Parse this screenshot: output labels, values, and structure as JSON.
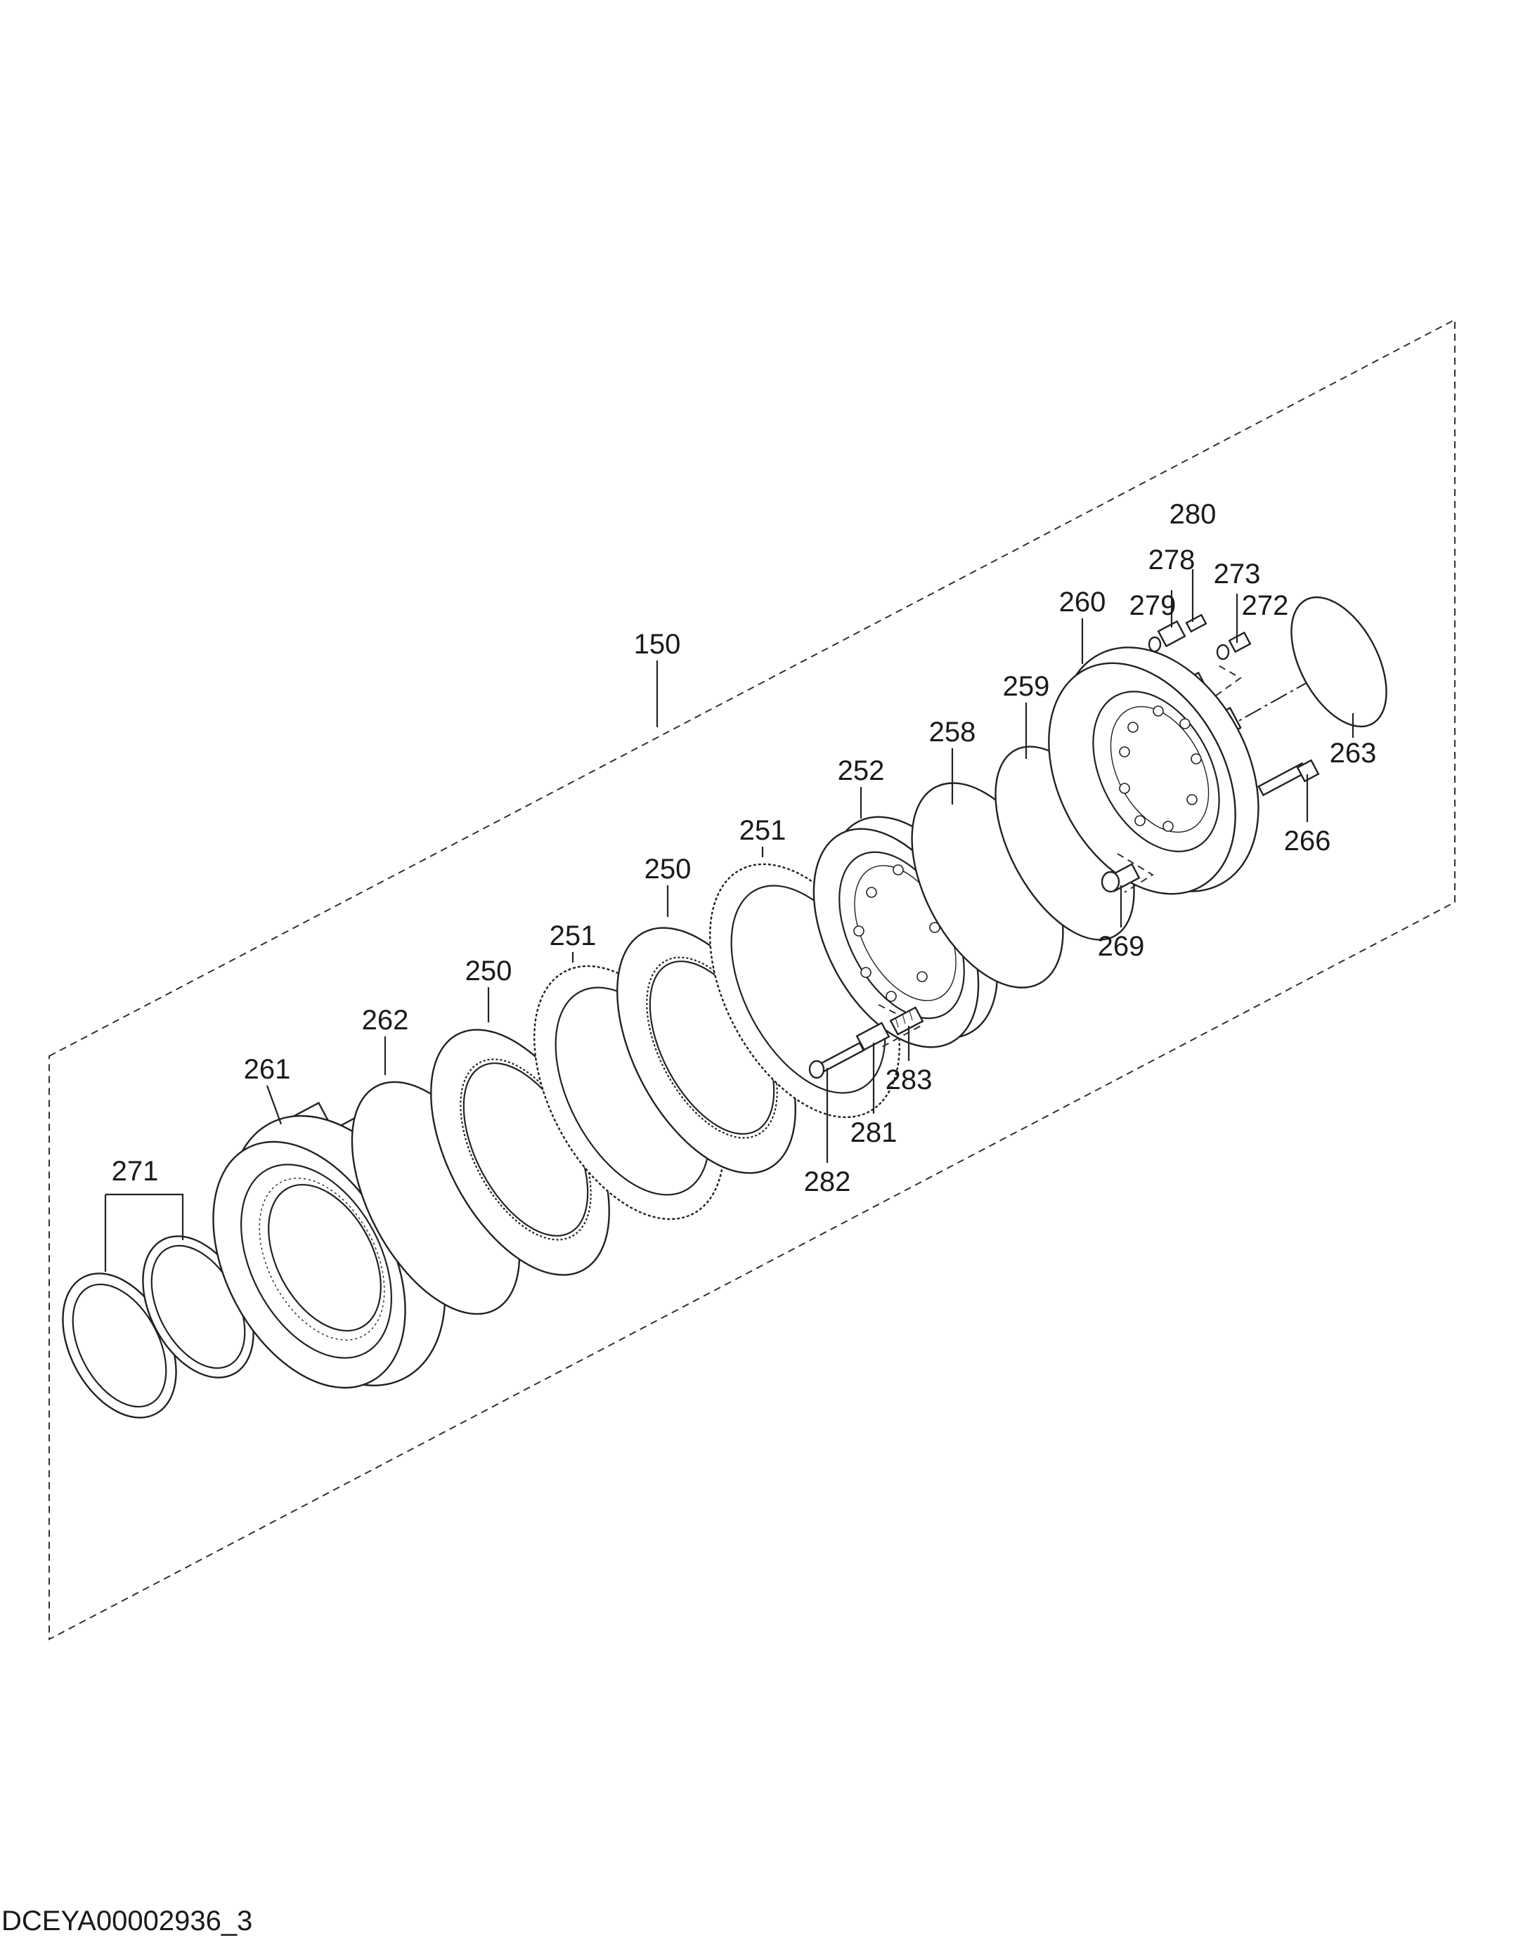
{
  "document_id": "DCEYA00002936_3",
  "callouts": [
    {
      "id": "150"
    },
    {
      "id": "250"
    },
    {
      "id": "251"
    },
    {
      "id": "252"
    },
    {
      "id": "258"
    },
    {
      "id": "259"
    },
    {
      "id": "260"
    },
    {
      "id": "261"
    },
    {
      "id": "262"
    },
    {
      "id": "263"
    },
    {
      "id": "266"
    },
    {
      "id": "269"
    },
    {
      "id": "271"
    },
    {
      "id": "272"
    },
    {
      "id": "273"
    },
    {
      "id": "278"
    },
    {
      "id": "279"
    },
    {
      "id": "280"
    },
    {
      "id": "281"
    },
    {
      "id": "282"
    },
    {
      "id": "283"
    }
  ]
}
